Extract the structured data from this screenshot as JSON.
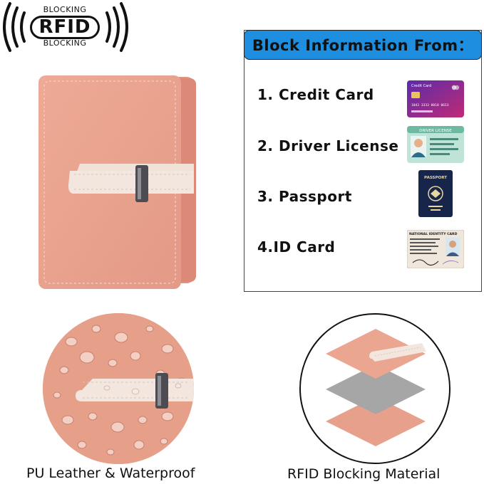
{
  "logo": {
    "top_text": "BLOCKING",
    "main_text": "RFID",
    "bottom_text": "BLOCKING"
  },
  "info_box": {
    "title": "Block Information From：",
    "items": [
      {
        "label": "1. Credit Card",
        "icon": "credit-card-icon",
        "card_text": "Credit Card",
        "card_number": "1043 3333 0018 0613"
      },
      {
        "label": "2. Driver License",
        "icon": "driver-license-icon",
        "card_text": "DRIVER LICENSE"
      },
      {
        "label": "3. Passport",
        "icon": "passport-icon",
        "card_text": "PASSPORT"
      },
      {
        "label": "4.ID Card",
        "icon": "id-card-icon",
        "card_text": "NATIONAL IDENTITY CARD"
      }
    ]
  },
  "captions": {
    "left": "PU Leather & Waterproof",
    "right": "RFID Blocking Material"
  },
  "colors": {
    "header_blue": "#1e8fe0",
    "wallet_pink": "#e9a08c",
    "strap_cream": "#f3e6de",
    "shield_gray": "#a6a6a6"
  }
}
